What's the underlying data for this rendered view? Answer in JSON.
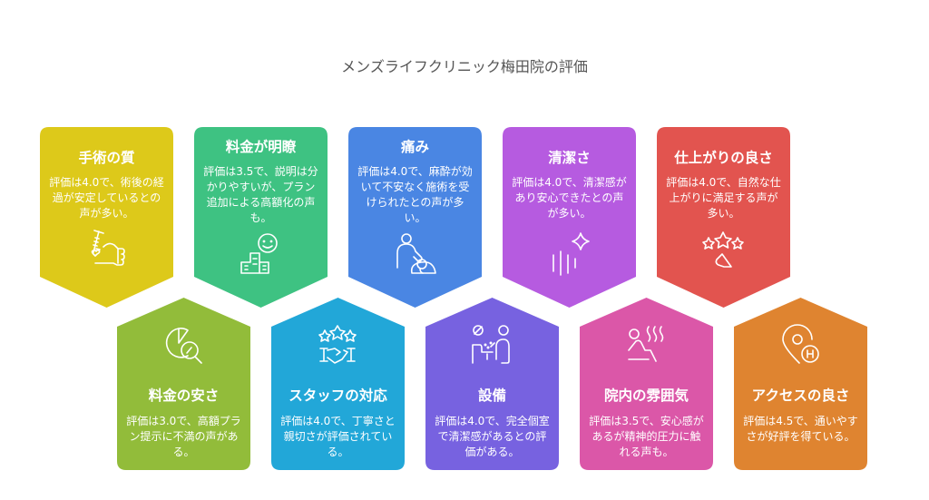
{
  "title": "メンズライフクリニック梅田院の評価",
  "top_row": [
    {
      "heading": "手術の質",
      "desc": "評価は4.0で、術後の経過が安定しているとの声が多い。",
      "icon": "syringe-hand-icon",
      "color": "#DDC91A",
      "rating": "4.0"
    },
    {
      "heading": "料金が明瞭",
      "desc": "評価は3.5で、説明は分かりやすいが、プラン追加による高額化の声も。",
      "icon": "smiley-building-icon",
      "color": "#3EC282",
      "rating": "3.5"
    },
    {
      "heading": "痛み",
      "desc": "評価は4.0で、麻酔が効いて不安なく施術を受けられたとの声が多い。",
      "icon": "caregiver-patient-icon",
      "color": "#4A86E3",
      "rating": "4.0"
    },
    {
      "heading": "清潔さ",
      "desc": "評価は4.0で、清潔感があり安心できたとの声が多い。",
      "icon": "sparkle-icon",
      "color": "#B65BE0",
      "rating": "4.0"
    },
    {
      "heading": "仕上がりの良さ",
      "desc": "評価は4.0で、自然な仕上がりに満足する声が多い。",
      "icon": "stars-thumbs-icon",
      "color": "#E2544F",
      "rating": "4.0"
    }
  ],
  "bottom_row": [
    {
      "heading": "料金の安さ",
      "desc": "評価は3.0で、高額プラン提示に不満の声がある。",
      "icon": "pie-chart-search-icon",
      "color": "#92BC3A",
      "rating": "3.0"
    },
    {
      "heading": "スタッフの対応",
      "desc": "評価は4.0で、丁寧さと親切さが評価されている。",
      "icon": "stars-handshake-icon",
      "color": "#22A7D8",
      "rating": "4.0"
    },
    {
      "heading": "設備",
      "desc": "評価は4.0で、完全個室で清潔感があるとの評価がある。",
      "icon": "clean-room-icon",
      "color": "#7762E0",
      "rating": "4.0"
    },
    {
      "heading": "院内の雰囲気",
      "desc": "評価は3.5で、安心感があるが精神的圧力に触れる声も。",
      "icon": "sauna-relax-icon",
      "color": "#DB57A8",
      "rating": "3.5"
    },
    {
      "heading": "アクセスの良さ",
      "desc": "評価は4.5で、通いやすさが好評を得ている。",
      "icon": "location-hospital-icon",
      "color": "#DF8430",
      "rating": "4.5"
    }
  ]
}
